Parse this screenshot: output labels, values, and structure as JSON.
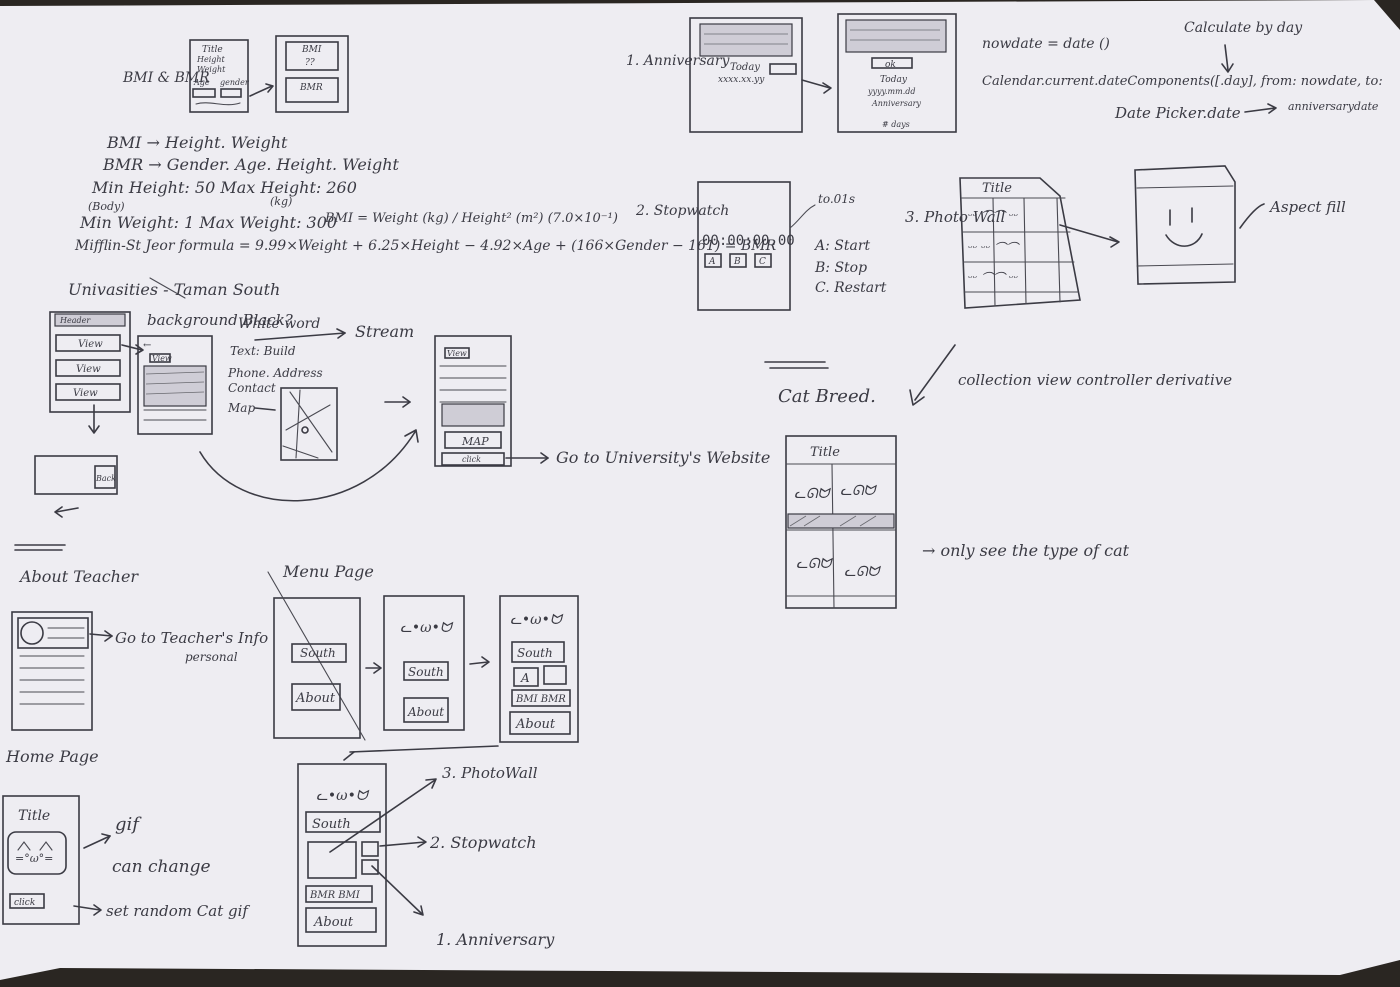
{
  "colors": {
    "paper": "#eeedf2",
    "ink": "#3b3b44",
    "background": "#2a2622"
  },
  "bmi": {
    "heading": "BMI & BMR",
    "mock": {
      "title": "Title",
      "height": "Height",
      "weight": "Weight",
      "age": "Age",
      "gender": "gender",
      "bmi_box": "BMI",
      "bmi_value": "??",
      "bmr_box": "BMR"
    },
    "lines": [
      "BMI → Height. Weight",
      "BMR → Gender. Age. Height. Weight",
      "Min Height: 50  Max Height: 260",
      "Min Weight: 1  Max Weight: 300",
      "Mifflin-St Jeor formula = 9.99×Weight + 6.25×Height − 4.92×Age + (166×Gender − 161) = BMR"
    ],
    "body_note": "(Body)",
    "kg_note": "(kg)",
    "formula_bmi": "BMI = Weight (kg) / Height² (m²)   (7.0×10⁻¹)"
  },
  "universities": {
    "heading": "Univasities - Taman South",
    "notes": {
      "bg": "background Black?",
      "white": "White word",
      "stream": "Stream",
      "text": "Text: Build",
      "phone": "Phone. Address",
      "contact": "Contact",
      "map": "Map"
    },
    "view_button": "View",
    "map_button": "MAP",
    "goto_site": "Go to University's Website",
    "table_header": "Header",
    "back_label": "Back"
  },
  "anniversary": {
    "label": "1. Anniversary",
    "today": "Today",
    "date_mock": "xxxx.xx.yy",
    "ok": "ok",
    "today2": "Today",
    "ymd": "yyyy.mm.dd",
    "anniv": "Anniversary",
    "days": "# days",
    "code1": "nowdate = date ()",
    "code2": "Calendar.current.dateComponents([.day], from: nowdate, to:",
    "code3": "Date Picker.date",
    "anniv_date": "anniversarydate",
    "calc": "Calculate by day"
  },
  "stopwatch": {
    "label": "2. Stopwatch",
    "time": "00:00:00.00",
    "note": "to.01s",
    "buttons": [
      "A",
      "B",
      "C"
    ],
    "legend": [
      "A: Start",
      "B: Stop",
      "C. Restart"
    ]
  },
  "photowall": {
    "label": "3. Photo Wall",
    "title": "Title",
    "aspect": "Aspect fill"
  },
  "catbreed": {
    "heading": "Cat Breed.",
    "note": "collection view controller derivative",
    "title": "Title",
    "only": "→ only see the type of cat"
  },
  "teacher": {
    "heading": "About Teacher",
    "goto": "Go to Teacher's Info",
    "personal": "personal"
  },
  "menu": {
    "heading": "Menu Page",
    "south": "South",
    "about": "About",
    "a": "A",
    "bmi_bmr": "BMI BMR"
  },
  "home": {
    "heading": "Home Page",
    "title": "Title",
    "gif": "gif",
    "can_change": "can change",
    "random": "set random Cat gif",
    "cat_face": "=°ω°=",
    "button": "click"
  },
  "nav": {
    "south": "South",
    "bmr": "BMR BMI",
    "about": "About",
    "photowall": "3. PhotoWall",
    "stopwatch": "2. Stopwatch",
    "anniversary": "1. Anniversary"
  }
}
